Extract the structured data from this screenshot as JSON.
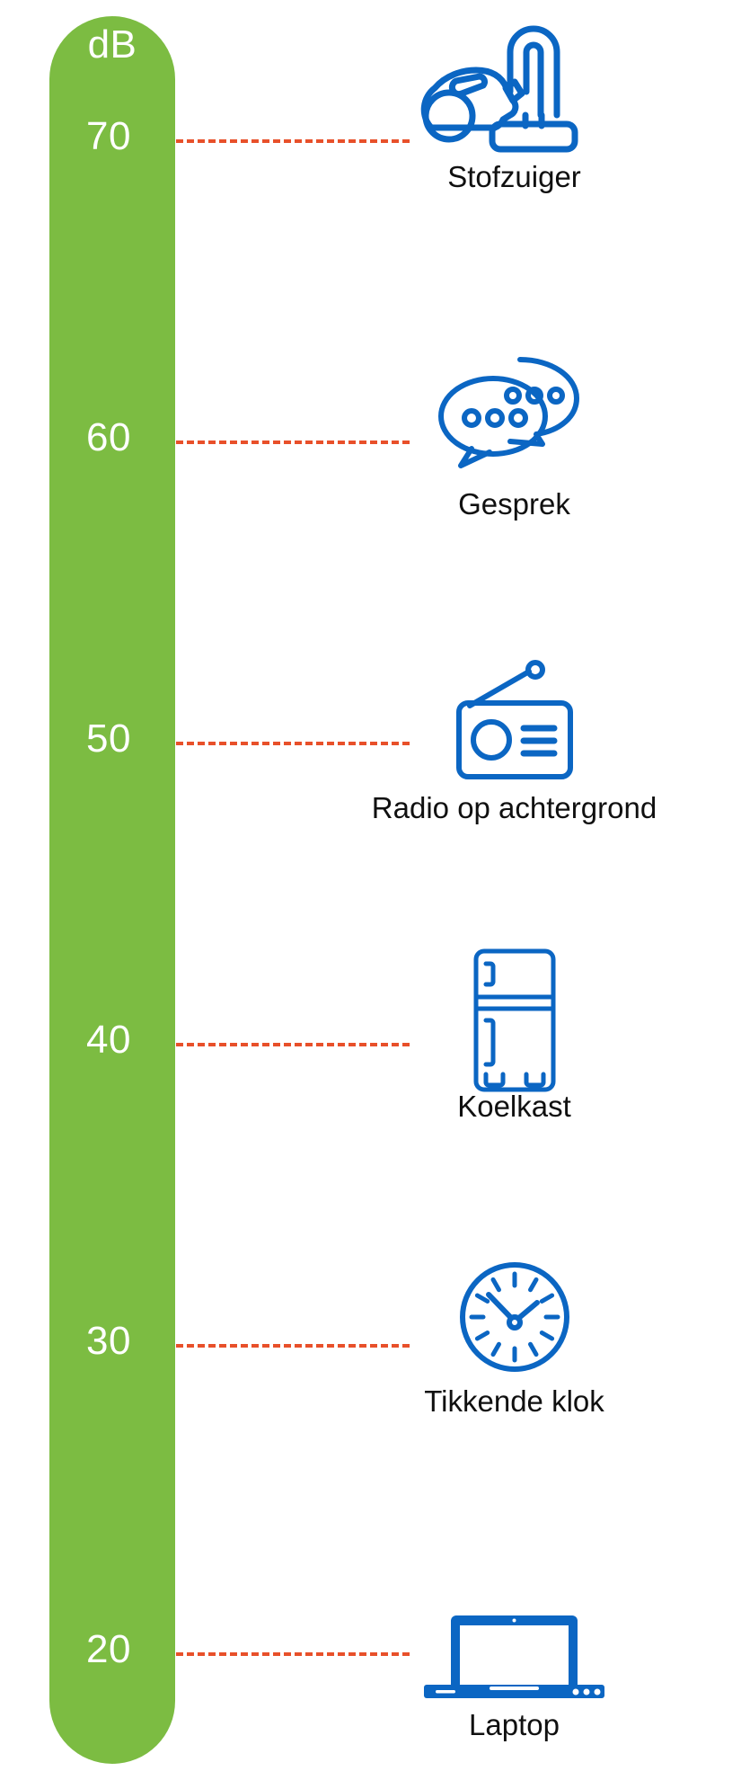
{
  "scale": {
    "unit_label": "dB",
    "unit_color": "#ffffff",
    "bar_color": "#7cbc42",
    "leader_color": "#e8502a",
    "icon_color": "#0b66c3",
    "caption_color": "#101010",
    "ticks": [
      {
        "value": "70"
      },
      {
        "value": "60"
      },
      {
        "value": "50"
      },
      {
        "value": "40"
      },
      {
        "value": "30"
      },
      {
        "value": "20"
      }
    ]
  },
  "items": [
    {
      "label": "Stofzuiger",
      "icon": "vacuum-cleaner-icon",
      "db": "70"
    },
    {
      "label": "Gesprek",
      "icon": "speech-bubbles-icon",
      "db": "60"
    },
    {
      "label": "Radio op achtergrond",
      "icon": "radio-icon",
      "db": "50"
    },
    {
      "label": "Koelkast",
      "icon": "refrigerator-icon",
      "db": "40"
    },
    {
      "label": "Tikkende klok",
      "icon": "clock-icon",
      "db": "30"
    },
    {
      "label": "Laptop",
      "icon": "laptop-icon",
      "db": "20"
    }
  ],
  "chart_data": {
    "type": "bar",
    "title": "",
    "xlabel": "",
    "ylabel": "dB",
    "orientation": "vertical-scale",
    "grid": false,
    "legend": "none",
    "ylim": [
      15,
      75
    ],
    "categories": [
      "Stofzuiger",
      "Gesprek",
      "Radio op achtergrond",
      "Koelkast",
      "Tikkende klok",
      "Laptop"
    ],
    "values": [
      70,
      60,
      50,
      40,
      30,
      20
    ],
    "tick_labels": [
      "70",
      "60",
      "50",
      "40",
      "30",
      "20"
    ],
    "units": "dB",
    "annotations": [
      "Stofzuiger = 70 dB",
      "Gesprek = 60 dB",
      "Radio op achtergrond = 50 dB",
      "Koelkast = 40 dB",
      "Tikkende klok = 30 dB",
      "Laptop = 20 dB"
    ]
  }
}
